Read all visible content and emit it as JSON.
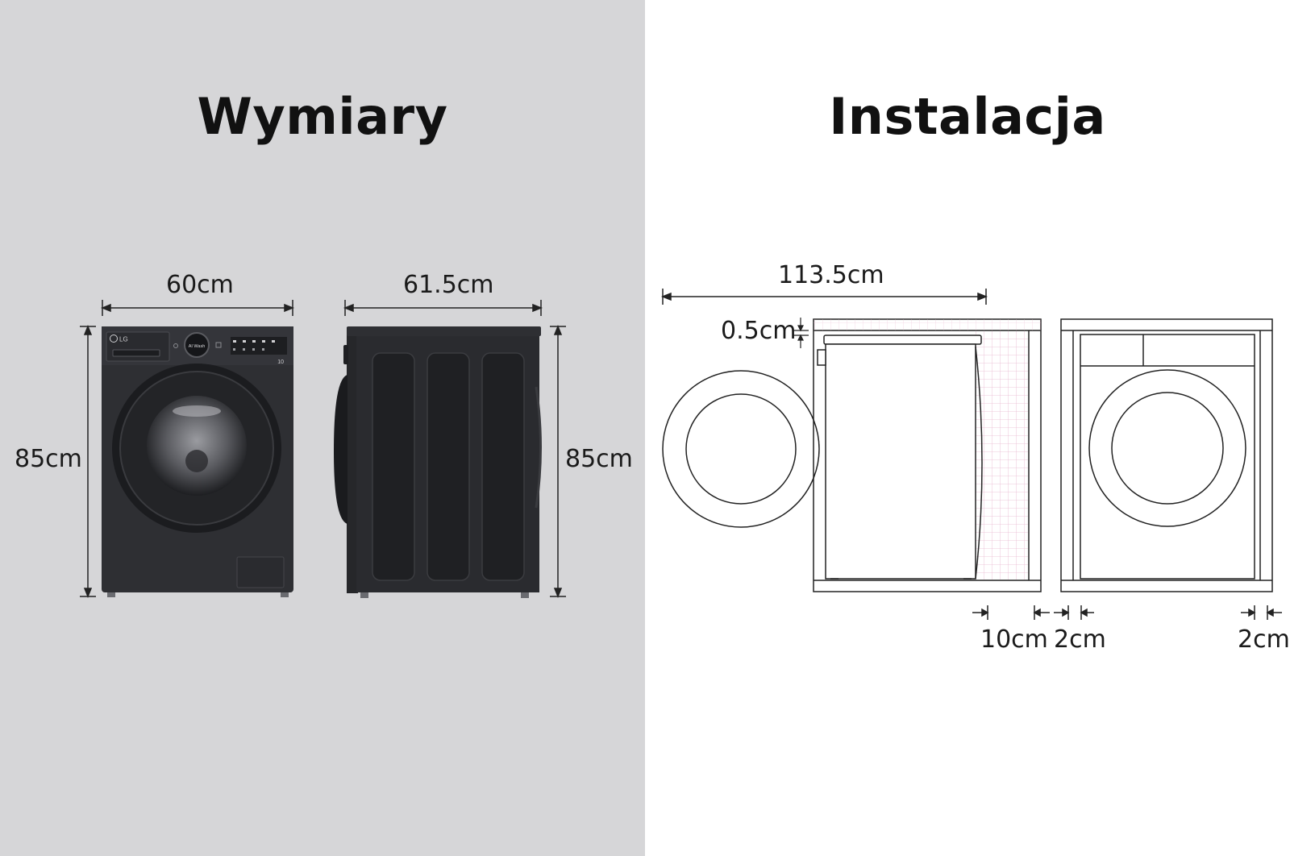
{
  "left_panel": {
    "title": "Wymiary",
    "front_width": "60cm",
    "side_depth": "61.5cm",
    "front_height": "85cm",
    "side_height": "85cm",
    "front_panel": {
      "logo": "LG",
      "dial_text": "AI Wash",
      "badge": "10"
    }
  },
  "right_panel": {
    "title": "Instalacja",
    "door_open_depth": "113.5cm",
    "top_gap": "0.5cm",
    "rear_gap": "10cm",
    "side_gap_left": "2cm",
    "side_gap_right": "2cm"
  },
  "colors": {
    "left_bg": "#d6d6d8",
    "right_bg": "#ffffff",
    "machine_body": "#2e2f33",
    "clearance_grid": "#e9b8cf"
  }
}
